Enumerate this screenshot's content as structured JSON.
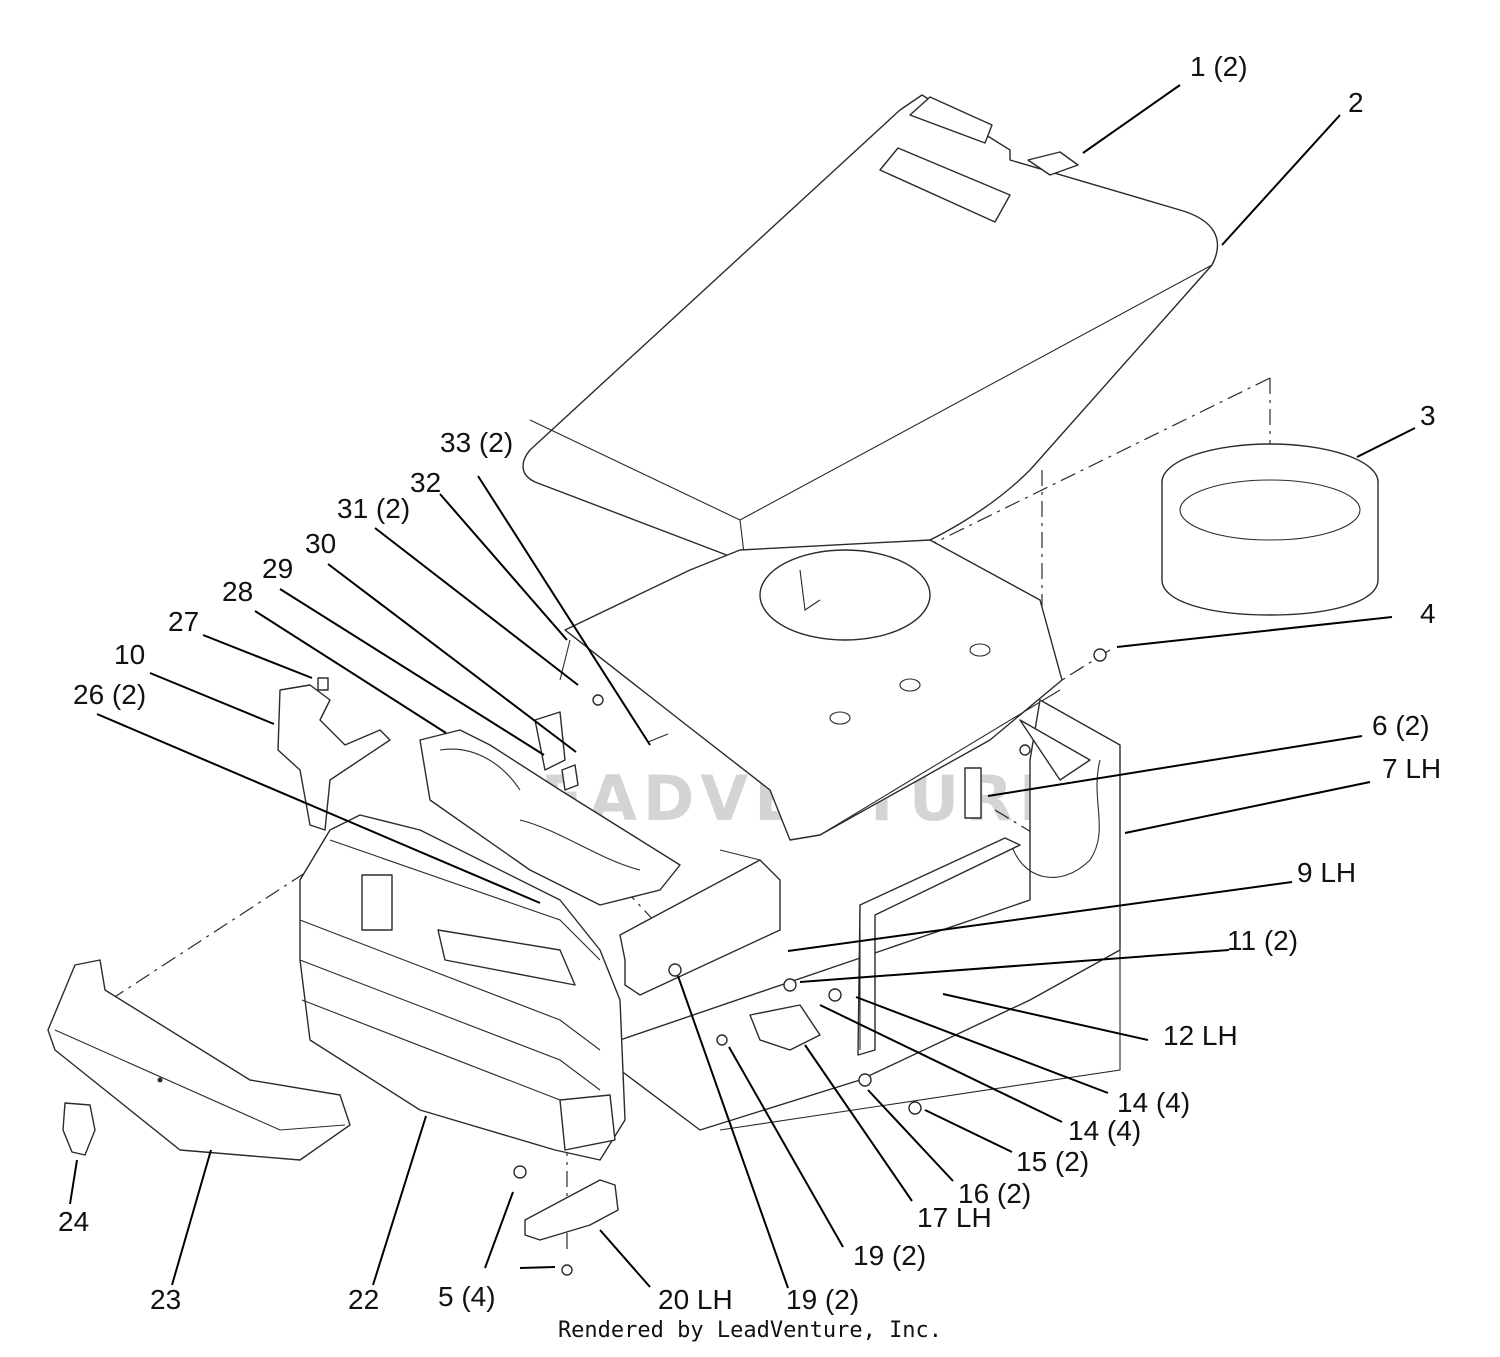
{
  "diagram": {
    "watermark": "LEADVENTURE",
    "footer": "Rendered by LeadVenture, Inc.",
    "callouts": [
      {
        "id": "c1",
        "text": "1 (2)"
      },
      {
        "id": "c2",
        "text": "2"
      },
      {
        "id": "c3",
        "text": "3"
      },
      {
        "id": "c4",
        "text": "4"
      },
      {
        "id": "c6",
        "text": "6 (2)"
      },
      {
        "id": "c7",
        "text": "7 LH"
      },
      {
        "id": "c9",
        "text": "9 LH"
      },
      {
        "id": "c11",
        "text": "11 (2)"
      },
      {
        "id": "c12",
        "text": "12 LH"
      },
      {
        "id": "c14a",
        "text": "14 (4)"
      },
      {
        "id": "c14b",
        "text": "14 (4)"
      },
      {
        "id": "c15",
        "text": "15 (2)"
      },
      {
        "id": "c16",
        "text": "16 (2)"
      },
      {
        "id": "c17",
        "text": "17 LH"
      },
      {
        "id": "c19a",
        "text": "19 (2)"
      },
      {
        "id": "c19b",
        "text": "19 (2)"
      },
      {
        "id": "c20",
        "text": "20 LH"
      },
      {
        "id": "c5",
        "text": "5 (4)"
      },
      {
        "id": "c22",
        "text": "22"
      },
      {
        "id": "c23",
        "text": "23"
      },
      {
        "id": "c24",
        "text": "24"
      },
      {
        "id": "c26",
        "text": "26 (2)"
      },
      {
        "id": "c10",
        "text": "10"
      },
      {
        "id": "c27",
        "text": "27"
      },
      {
        "id": "c28",
        "text": "28"
      },
      {
        "id": "c29",
        "text": "29"
      },
      {
        "id": "c30",
        "text": "30"
      },
      {
        "id": "c31",
        "text": "31 (2)"
      },
      {
        "id": "c32",
        "text": "32"
      },
      {
        "id": "c33",
        "text": "33 (2)"
      }
    ]
  }
}
